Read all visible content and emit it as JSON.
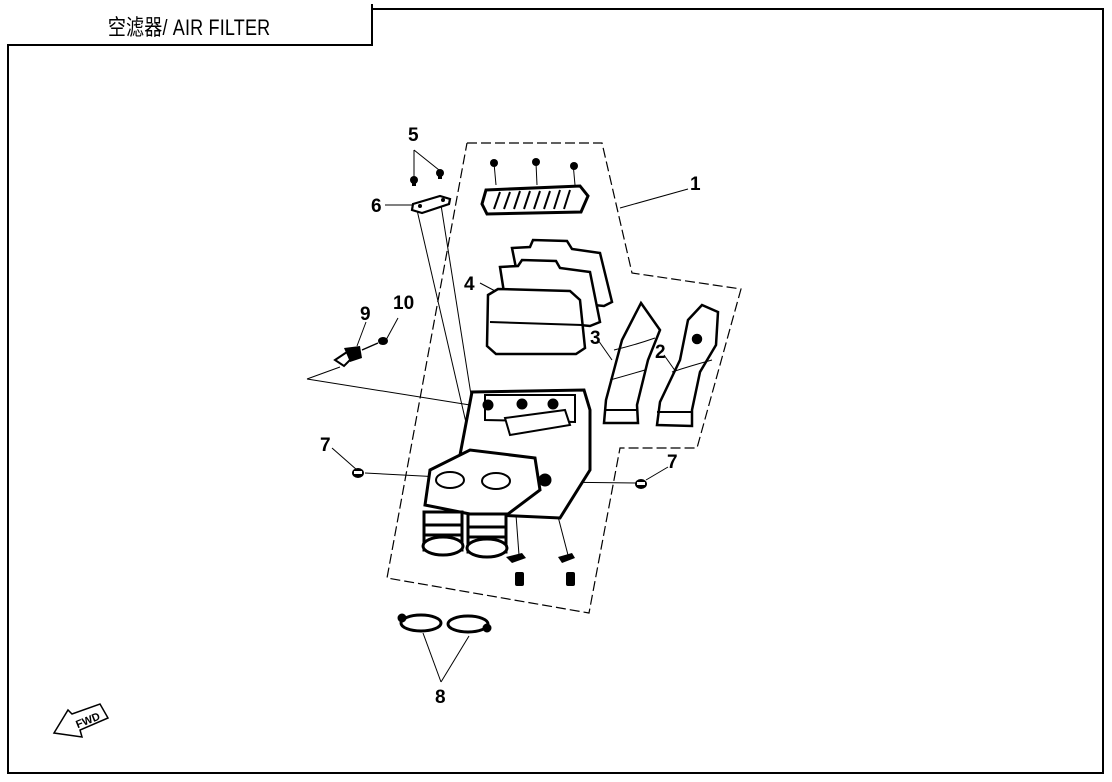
{
  "title": "空滤器/ AIR FILTER",
  "callouts": [
    {
      "id": "1",
      "label": "1"
    },
    {
      "id": "2",
      "label": "2"
    },
    {
      "id": "3",
      "label": "3"
    },
    {
      "id": "4",
      "label": "4"
    },
    {
      "id": "5",
      "label": "5"
    },
    {
      "id": "6",
      "label": "6"
    },
    {
      "id": "7a",
      "label": "7"
    },
    {
      "id": "7b",
      "label": "7"
    },
    {
      "id": "8",
      "label": "8"
    },
    {
      "id": "9",
      "label": "9"
    },
    {
      "id": "10",
      "label": "10"
    }
  ],
  "fwd_indicator": {
    "text": "FWD",
    "icon": "forward-arrow-icon"
  },
  "colors": {
    "line": "#000000",
    "background": "#ffffff"
  }
}
